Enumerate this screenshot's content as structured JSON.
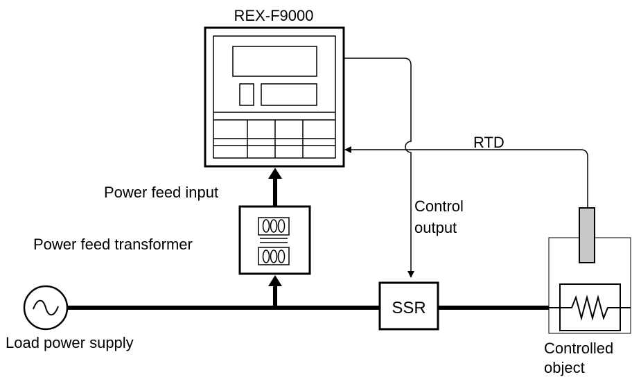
{
  "controller": {
    "label": "REX-F9000"
  },
  "labels": {
    "rtd": "RTD",
    "power_feed_input": "Power feed input",
    "power_feed_transformer": "Power feed transformer",
    "control_output_line1": "Control",
    "control_output_line2": "output",
    "ssr": "SSR",
    "load_power_supply": "Load power supply",
    "controlled_object_line1": "Controlled",
    "controlled_object_line2": "object"
  },
  "colors": {
    "line": "#000000",
    "sensor_fill": "#c8c8c8",
    "background": "#ffffff"
  }
}
